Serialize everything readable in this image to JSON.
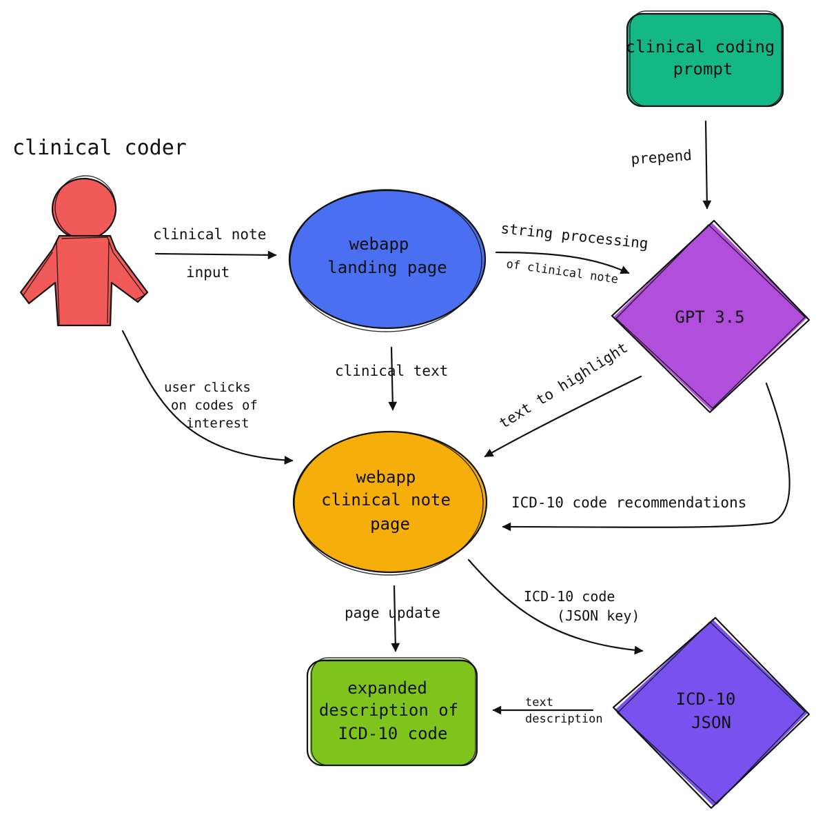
{
  "actor": {
    "title": "clinical coder",
    "color": "#f25a5a"
  },
  "nodes": {
    "prompt": {
      "lines": [
        "clinical coding",
        "prompt"
      ],
      "color": "#14b885"
    },
    "landing": {
      "lines": [
        "webapp",
        "landing page"
      ],
      "color": "#4a6ff0"
    },
    "gpt": {
      "lines": [
        "GPT 3.5"
      ],
      "color": "#b14fdc"
    },
    "note_page": {
      "lines": [
        "webapp",
        "clinical note",
        "page"
      ],
      "color": "#f5ae0a"
    },
    "expanded": {
      "lines": [
        "expanded",
        "description of",
        "ICD-10 code"
      ],
      "color": "#7fc41c"
    },
    "icd_json": {
      "lines": [
        "ICD-10",
        "JSON"
      ],
      "color": "#7951ef"
    }
  },
  "edges": {
    "clinical_note_input": [
      "clinical note",
      "input"
    ],
    "string_processing": [
      "string processing",
      "of clinical note"
    ],
    "prepend": [
      "prepend"
    ],
    "clinical_text": [
      "clinical text"
    ],
    "user_clicks": [
      "user clicks",
      "on codes of",
      "interest"
    ],
    "text_to_highlight": [
      "text to highlight"
    ],
    "icd_recommendations": [
      "ICD-10 code recommendations"
    ],
    "page_update": [
      "page update"
    ],
    "icd_code_key": [
      "ICD-10 code",
      "(JSON key)"
    ],
    "text_description": [
      "text",
      "description"
    ]
  }
}
